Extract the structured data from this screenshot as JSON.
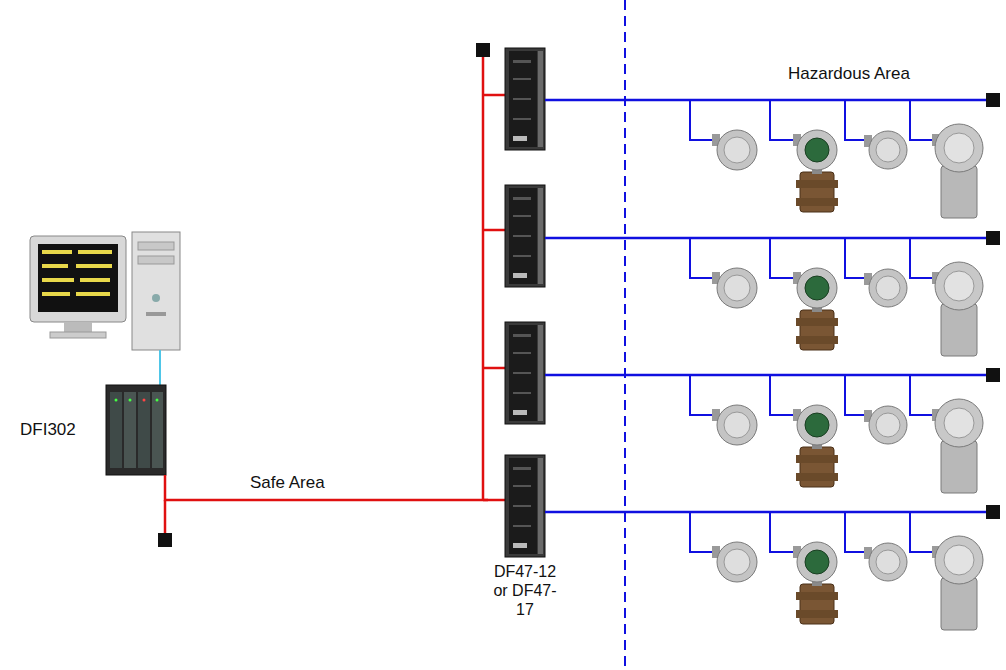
{
  "diagram": {
    "nodes": [
      {
        "text": [
          "DFI302"
        ]
      },
      {
        "text": [
          "DF47-12 or DF47-17"
        ]
      }
    ],
    "edges": [
      {
        "from": 0,
        "to": 1,
        "arrow": "none"
      }
    ],
    "labels": [
      "Safe Area",
      "Hazardous Area"
    ]
  }
}
